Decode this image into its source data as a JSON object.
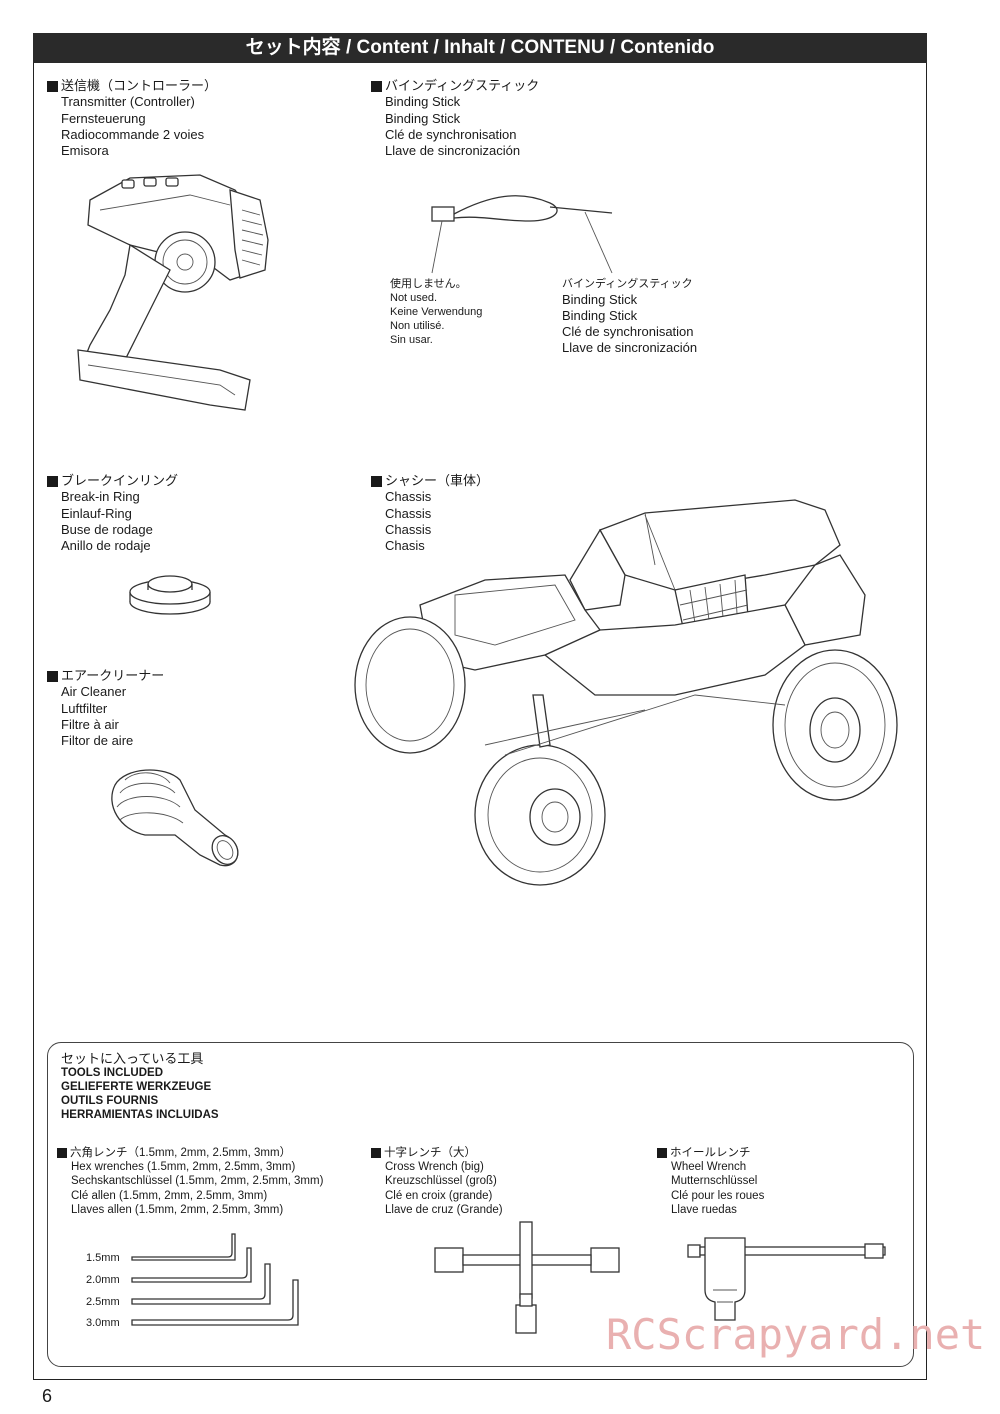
{
  "header": {
    "title": "セット内容 / Content / Inhalt  / CONTENU / Contenido"
  },
  "items": {
    "transmitter": {
      "jp": "送信機（コントローラー）",
      "lines": [
        "Transmitter (Controller)",
        "Fernsteuerung",
        "Radiocommande 2 voies",
        "Emisora"
      ]
    },
    "binding_stick": {
      "jp": "バインディングスティック",
      "lines": [
        "Binding Stick",
        "Binding Stick",
        "Clé de synchronisation",
        "Llave de sincronización"
      ]
    },
    "break_in_ring": {
      "jp": "ブレークインリング",
      "lines": [
        "Break-in Ring",
        "Einlauf-Ring",
        "Buse de rodage",
        "Anillo de rodaje"
      ]
    },
    "chassis": {
      "jp": "シャシー（車体）",
      "lines": [
        "Chassis",
        "Chassis",
        "Chassis",
        "Chasis"
      ]
    },
    "air_cleaner": {
      "jp": "エアークリーナー",
      "lines": [
        "Air Cleaner",
        "Luftfilter",
        "Filtre à air",
        "Filtor de aire"
      ]
    }
  },
  "binding_labels": {
    "not_used": [
      "使用しません。",
      "Not used.",
      "Keine Verwendung",
      "Non utilisé.",
      "Sin usar."
    ],
    "stick": [
      "バインディングスティック",
      "Binding Stick",
      "Binding Stick",
      "Clé de synchronisation",
      "Llave de sincronización"
    ]
  },
  "tools": {
    "heading": {
      "jp": "セットに入っている工具",
      "lines": [
        "TOOLS INCLUDED",
        "GELIEFERTE WERKZEUGE",
        "OUTILS FOURNIS",
        "HERRAMIENTAS INCLUIDAS"
      ]
    },
    "hex": {
      "jp": "六角レンチ（1.5mm, 2mm, 2.5mm, 3mm）",
      "lines": [
        "Hex wrenches (1.5mm, 2mm, 2.5mm, 3mm)",
        "Sechskantschlüssel (1.5mm, 2mm, 2.5mm, 3mm)",
        "Clé allen (1.5mm, 2mm, 2.5mm, 3mm)",
        "Llaves allen (1.5mm, 2mm, 2.5mm, 3mm)"
      ]
    },
    "hex_sizes": [
      "1.5mm",
      "2.0mm",
      "2.5mm",
      "3.0mm"
    ],
    "cross": {
      "jp": "十字レンチ（大）",
      "lines": [
        "Cross Wrench (big)",
        "Kreuzschlüssel (groß)",
        "Clé en croix (grande)",
        "Llave de cruz (Grande)"
      ]
    },
    "wheel": {
      "jp": "ホイールレンチ",
      "lines": [
        "Wheel Wrench",
        "Mutternschlüssel",
        "Clé pour les roues",
        "Llave ruedas"
      ]
    }
  },
  "page_number": "6",
  "watermark": "RCScrapyard.net"
}
